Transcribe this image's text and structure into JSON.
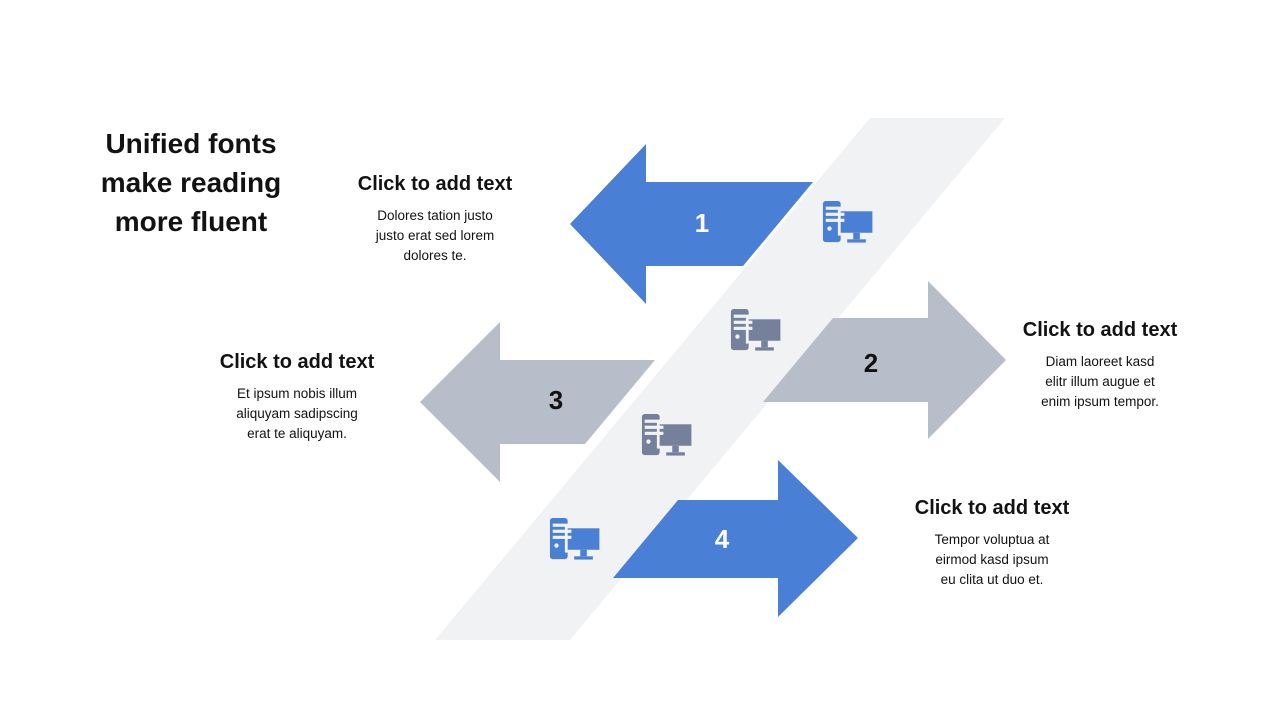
{
  "slide": {
    "title": "Unified fonts\nmake reading\nmore fluent",
    "colors": {
      "blue": "#4a7fd6",
      "gray_arrow": "#b7bec9",
      "band": "#f1f2f3",
      "icon_dark": "#75819b",
      "text": "#121212"
    },
    "steps": [
      {
        "number": "1",
        "heading": "Click to add text",
        "body": "Dolores tation justo\njusto erat sed lorem\ndolores te.",
        "arrow_color": "#4a7fd6",
        "direction": "left",
        "icon": "desktop-computer-icon"
      },
      {
        "number": "2",
        "heading": "Click to add text",
        "body": "Diam laoreet kasd\nelitr illum augue et\nenim ipsum tempor.",
        "arrow_color": "#b7bec9",
        "direction": "right",
        "icon": "desktop-computer-icon"
      },
      {
        "number": "3",
        "heading": "Click to add text",
        "body": "Et ipsum nobis illum\naliquyam sadipscing\nerat te aliquyam.",
        "arrow_color": "#b7bec9",
        "direction": "left",
        "icon": "desktop-computer-icon"
      },
      {
        "number": "4",
        "heading": "Click to add text",
        "body": "Tempor voluptua at\neirmod kasd ipsum\neu clita ut duo et.",
        "arrow_color": "#4a7fd6",
        "direction": "right",
        "icon": "desktop-computer-icon"
      }
    ]
  }
}
